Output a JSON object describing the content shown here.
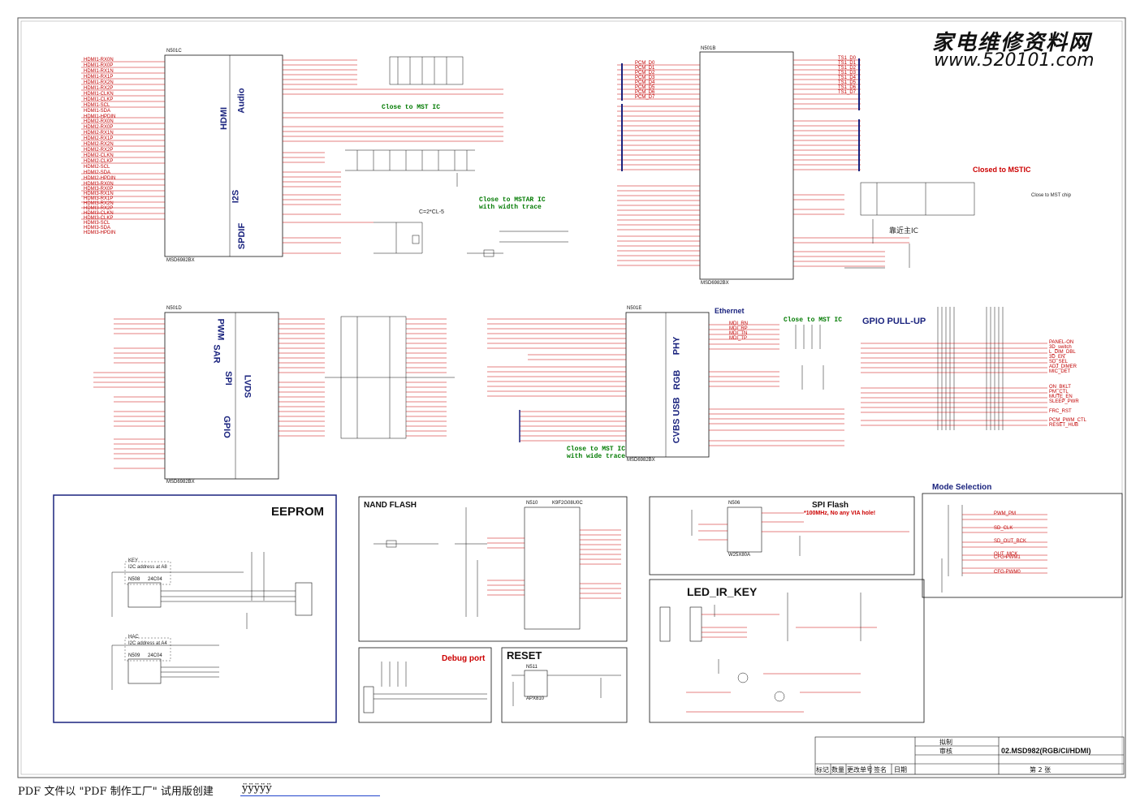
{
  "watermark": {
    "site_cn": "家电维修资料网",
    "site_url": "www.520101.com"
  },
  "footer": {
    "text": "PDF 文件以 \"PDF 制作工厂\" 试用版创建",
    "tail": "ÿÿÿÿÿ"
  },
  "title_block": {
    "drawn": "拟制",
    "check": "审核",
    "doc": "02.MSD982(RGB/CI/HDMI)",
    "sheet": "第  2  张",
    "rev_headers": [
      "标记",
      "数量",
      "更改单号",
      "签名",
      "日期"
    ]
  },
  "chips": {
    "n501c": "N501C",
    "n501b": "N501B",
    "n501d": "N501D",
    "n501e": "N501E",
    "n510": "N510",
    "n510_part": "K9F2G08U0C",
    "n506": "N506",
    "n506_part": "W25X80A",
    "n508": "N508",
    "n509": "N509",
    "n508_part": "24C04",
    "n511": "N511",
    "n511_part": "APX810",
    "msd": "MSD6982BX"
  },
  "sections": {
    "audio": "Audio",
    "hdmi": "HDMI",
    "i2s": "I2S",
    "spdif": "SPDIF",
    "pwm": "PWM",
    "sar": "SAR",
    "spi": "SPI",
    "gpio": "GPIO",
    "lvds": "LVDS",
    "rgb": "RGB",
    "usb": "USB",
    "cvbs": "CVBS",
    "phy": "PHY",
    "ethernet": "Ethernet",
    "gpio_pullup": "GPIO PULL-UP",
    "eeprom": "EEPROM",
    "nand": "NAND FLASH",
    "spi_flash": "SPI Flash",
    "spi_flash_note": "*100MHz, No any VIA hole!",
    "mode": "Mode Selection",
    "led_ir": "LED_IR_KEY",
    "debug": "Debug port",
    "reset": "RESET"
  },
  "notes": {
    "close_mst": "Close to MST IC",
    "close_mstar_trace": "Close to MSTAR IC",
    "with_width": "with width trace",
    "close_mst_ic2": "Close to MST IC",
    "close_mst_ic3": "Close to MST IC",
    "with_wide": "with wide trace",
    "closed_mstic": "Closed to MSTIC",
    "close_mst_chip": "Close to MST chip",
    "kaojin": "靠近主IC",
    "c_formula": "C=2*CL-5",
    "i2c_addr_a8": "I2C address at A8",
    "i2c_addr_a4": "I2C address at A4",
    "key": "KEY",
    "hac": "HAC"
  },
  "labels": {
    "hdmi1": [
      "HDMI1-RX0N",
      "HDMI1-RX0P",
      "HDMI1-RX1N",
      "HDMI1-RX1P",
      "HDMI1-RX2N",
      "HDMI1-RX2P",
      "HDMI1-CLKN",
      "HDMI1-CLKP",
      "HDMI1-SCL",
      "HDMI1-SDA",
      "HDMI1-HPDIN"
    ],
    "hdmi2": [
      "HDMI2-RX0N",
      "HDMI2-RX0P",
      "HDMI2-RX1N",
      "HDMI2-RX1P",
      "HDMI2-RX2N",
      "HDMI2-RX2P",
      "HDMI2-CLKN",
      "HDMI2-CLKP",
      "HDMI2-SCL",
      "HDMI2-SDA",
      "HDMI2-HPDIN"
    ],
    "hdmi3": [
      "HDMI3-RX0N",
      "HDMI3-RX0P",
      "HDMI3-RX1N",
      "HDMI3-RX1P",
      "HDMI3-RX2N",
      "HDMI3-RX2P",
      "HDMI3-CLKN",
      "HDMI3-CLKP",
      "HDMI3-SCL",
      "HDMI3-SDA",
      "HDMI3-HPDIN"
    ],
    "gpio_right": [
      "PANEL-ON",
      "3D_switch",
      "L_DIM_DBL",
      "3D_EN",
      "SD_SEL",
      "ADJ_DIMER",
      "MIC_DET"
    ],
    "gpio_right2": [
      "ON_BKLT",
      "PM_CTL",
      "MUTE_EN",
      "SLEEP_PWR",
      "FRC_RST"
    ],
    "gpio_right3": [
      "PCM_PWM_CTL",
      "RESET_HUB"
    ],
    "pcm_d": [
      "PCM_D0",
      "PCM_D1",
      "PCM_D2",
      "PCM_D3",
      "PCM_D4",
      "PCM_D5",
      "PCM_D6",
      "PCM_D7"
    ],
    "ts1": [
      "TS1_D0",
      "TS1_D1",
      "TS1_D2",
      "TS1_D3",
      "TS1_D4",
      "TS1_D5",
      "TS1_D6",
      "TS1_D7"
    ],
    "mode_sel": [
      "PWM_PM",
      "SD_CLK",
      "SD_OUT_BCK",
      "OUT_MCK",
      "CFG-PWM1",
      "CFG-PWM0"
    ],
    "ethernet_sig": [
      "MDI_RN",
      "MDI_RP",
      "MDI_TN",
      "MDI_TP"
    ]
  }
}
